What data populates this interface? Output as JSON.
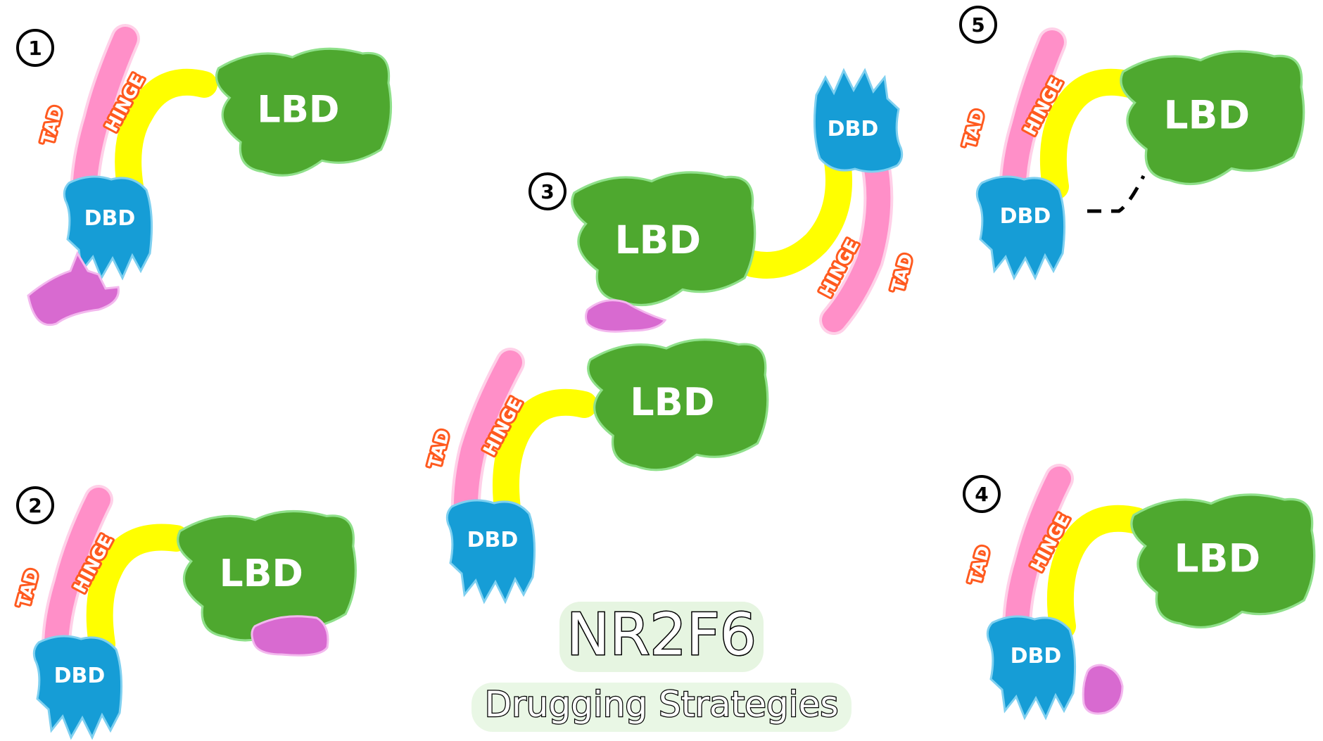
{
  "title": {
    "main": "NR2F6",
    "subtitle": "Drugging Strategies"
  },
  "labels": {
    "lbd": "LBD",
    "dbd": "DBD",
    "hinge": "HINGE",
    "tad": "TAD"
  },
  "strategies": [
    {
      "number": "1"
    },
    {
      "number": "2"
    },
    {
      "number": "3"
    },
    {
      "number": "4"
    },
    {
      "number": "5"
    }
  ],
  "colors": {
    "lbd": "#4ea82f",
    "lbd_outline": "#8fe08a",
    "dbd": "#169dd6",
    "dbd_outline": "#7fd0f0",
    "hinge": "#ffff00",
    "tad": "#ff8fc8",
    "drug": "#d86ad0",
    "label_outline": "#ff5a1f"
  }
}
